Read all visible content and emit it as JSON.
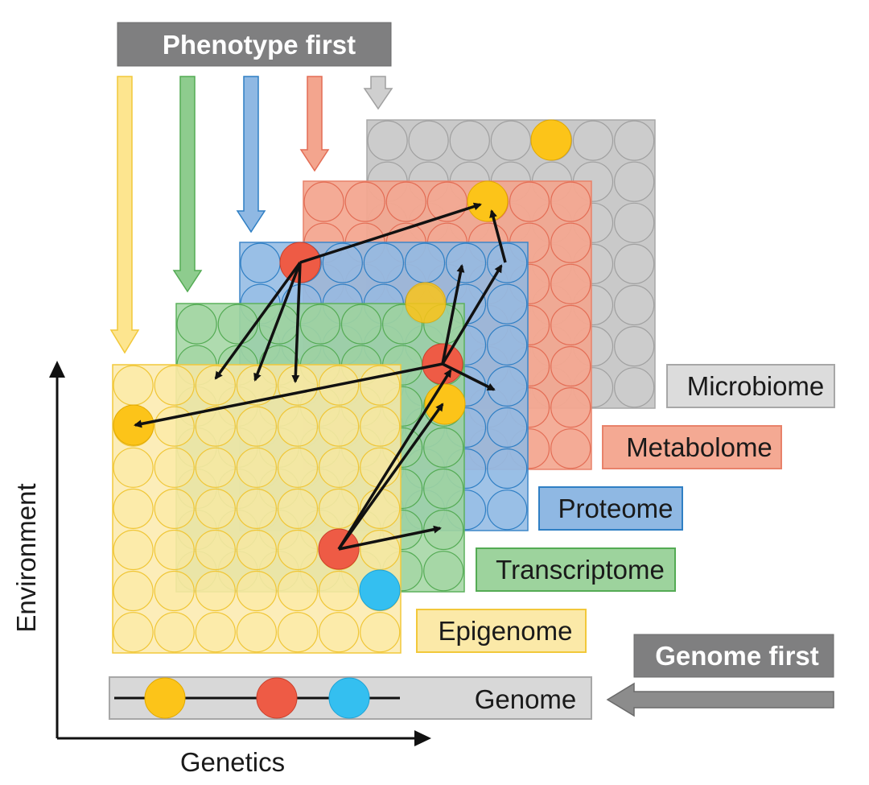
{
  "headers": {
    "phenotype_first": "Phenotype first",
    "genome_first": "Genome first"
  },
  "axes": {
    "x_label": "Genetics",
    "y_label": "Environment"
  },
  "layers": {
    "microbiome": {
      "label": "Microbiome",
      "fill": "#c9c9c9",
      "stroke": "#a7a7a7",
      "circle_fill": "#cdcdcd",
      "circle_stroke": "#a0a0a0"
    },
    "metabolome": {
      "label": "Metabolome",
      "fill": "#f3a58e",
      "stroke": "#e8826a",
      "circle_fill": "#f4a993",
      "circle_stroke": "#e36d55"
    },
    "proteome": {
      "label": "Proteome",
      "fill": "#8fb8e3",
      "stroke": "#3d86c8",
      "circle_fill": "#93bce6",
      "circle_stroke": "#2f7fc4"
    },
    "transcriptome": {
      "label": "Transcriptome",
      "fill": "#9dd39d",
      "stroke": "#5cb15c",
      "circle_fill": "#9fd39f",
      "circle_stroke": "#54ab54"
    },
    "epigenome": {
      "label": "Epigenome",
      "fill": "#fbe9a8",
      "stroke": "#f2c83a",
      "circle_fill": "#fcea9f",
      "circle_stroke": "#f0c636"
    }
  },
  "genome": {
    "label": "Genome"
  },
  "colors": {
    "gold": "#fcc419",
    "red": "#ee5b45",
    "cyan": "#34bff0",
    "header_gray": "#7f7f80",
    "arrow_yellow": "#fde58f",
    "arrow_green": "#8ecc8e",
    "arrow_blue": "#8fb8e3",
    "arrow_red": "#f3a58e",
    "arrow_gray": "#cfcfcf"
  }
}
